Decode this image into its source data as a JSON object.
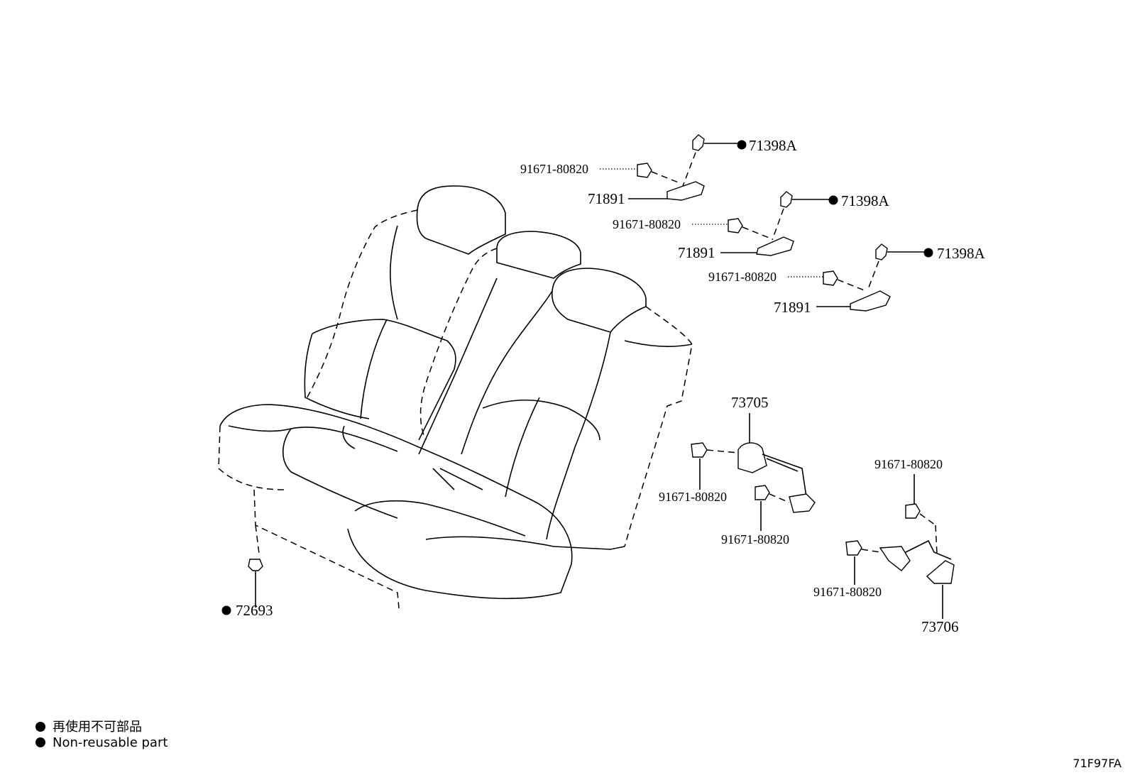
{
  "callouts": {
    "c1": "71398A",
    "c2": "71398A",
    "c3": "71398A",
    "b1": "91671-80820",
    "b2": "91671-80820",
    "b3": "91671-80820",
    "m1": "71891",
    "m2": "71891",
    "m3": "71891",
    "p73705": "73705",
    "b4": "91671-80820",
    "b5": "91671-80820",
    "b6": "91671-80820",
    "b7": "91671-80820",
    "p73706": "73706",
    "p72693": "72693"
  },
  "legend": {
    "ja": "再使用不可部品",
    "en": "Non-reusable part"
  },
  "diagram_code": "71F97FA"
}
